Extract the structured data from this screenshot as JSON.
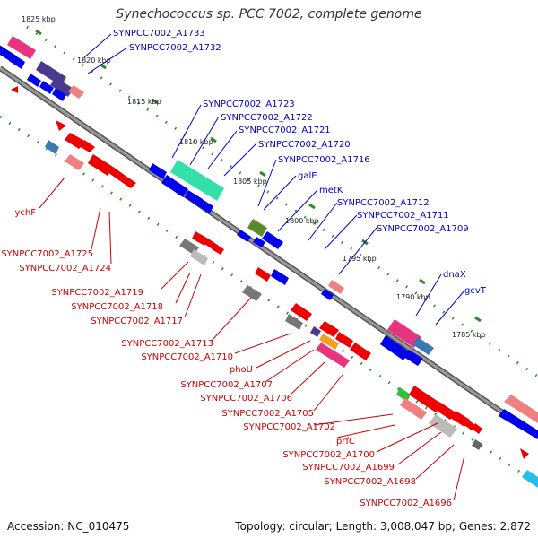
{
  "title": "Synechococcus sp. PCC 7002, complete genome",
  "footer": {
    "accession": "Accession: NC_010475",
    "summary": "Topology: circular; Length: 3,008,047 bp; Genes: 2,872"
  },
  "colors": {
    "backbone": "#7a7a7a",
    "tick": "#2e8b2e",
    "forward_label": "#0000cc",
    "reverse_label": "#cc0000"
  },
  "kbp_labels": [
    "1825 kbp",
    "1820 kbp",
    "1815 kbp",
    "1810 kbp",
    "1805 kbp",
    "1800 kbp",
    "1795 kbp",
    "1790 kbp",
    "1785 kbp"
  ],
  "forward_genes": [
    "SYNPCC7002_A1733",
    "SYNPCC7002_A1732",
    "SYNPCC7002_A1723",
    "SYNPCC7002_A1722",
    "SYNPCC7002_A1721",
    "SYNPCC7002_A1720",
    "SYNPCC7002_A1716",
    "galE",
    "metK",
    "SYNPCC7002_A1712",
    "SYNPCC7002_A1711",
    "SYNPCC7002_A1709",
    "dnaX",
    "gcvT"
  ],
  "reverse_genes": [
    "ychF",
    "SYNPCC7002_A1725",
    "SYNPCC7002_A1724",
    "SYNPCC7002_A1719",
    "SYNPCC7002_A1718",
    "SYNPCC7002_A1717",
    "SYNPCC7002_A1713",
    "SYNPCC7002_A1710",
    "phoU",
    "SYNPCC7002_A1707",
    "SYNPCC7002_A1706",
    "SYNPCC7002_A1705",
    "SYNPCC7002_A1702",
    "prfC",
    "SYNPCC7002_A1700",
    "SYNPCC7002_A1699",
    "SYNPCC7002_A1698",
    "SYNPCC7002_A1696"
  ]
}
